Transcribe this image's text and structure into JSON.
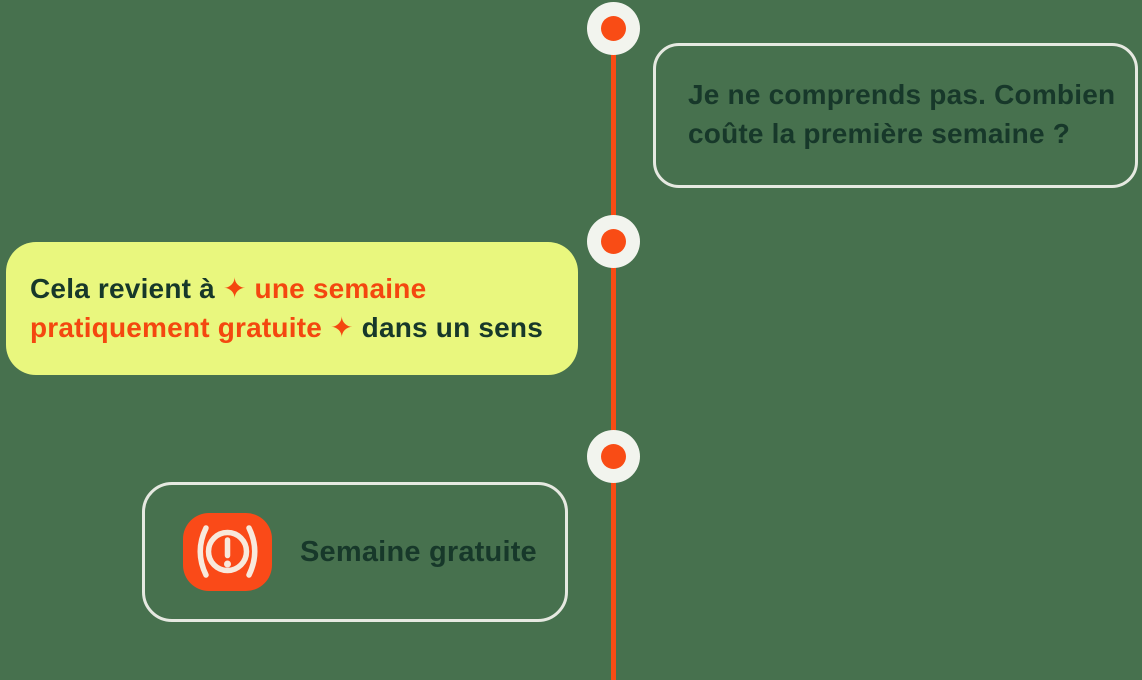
{
  "colors": {
    "background": "#47714E",
    "timeline_line": "#F94C15",
    "node_fill": "#F2F4EE",
    "node_dot": "#F94C15",
    "question_bubble_border": "#E6E9E1",
    "answer_bubble_bg": "#E9F77E",
    "card_border": "#E6E9E1",
    "text_dark": "#17382A",
    "text_accent": "#F4470F",
    "icon_bg": "#FA4A18",
    "icon_glyph": "#F8E9DC"
  },
  "timeline": {
    "node_count": 3
  },
  "conversation": {
    "question_bubble": {
      "lines": [
        "Je ne comprends pas. Combien",
        "coûte la première semaine ?"
      ]
    },
    "answer_bubble": {
      "lines": [
        {
          "segments": [
            {
              "text": "Cela revient à ",
              "style": "dark"
            },
            {
              "text": "✦ une semaine",
              "style": "accent"
            }
          ]
        },
        {
          "segments": [
            {
              "text": "pratiquement gratuite ✦",
              "style": "accent"
            },
            {
              "text": " dans un sens",
              "style": "dark"
            }
          ]
        }
      ]
    },
    "feature_card": {
      "label": "Semaine gratuite",
      "icon": "brake-warning-icon"
    }
  }
}
